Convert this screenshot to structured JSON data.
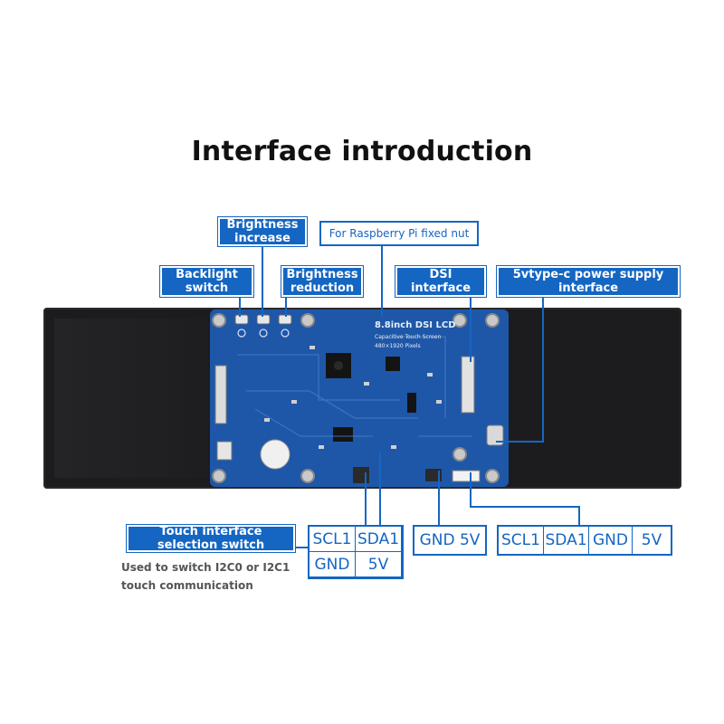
{
  "title": "Interface introduction",
  "callouts": {
    "brightness_increase": "Brightness increase",
    "raspberry_nut": "For Raspberry Pi fixed nut",
    "backlight_switch": "Backlight switch",
    "brightness_reduction": "Brightness reduction",
    "dsi_interface": "DSI interface",
    "power_supply": "5vtype-c power supply interface",
    "touch_selection": "Touch interface selection switch"
  },
  "note": {
    "line1": "Used to switch I2C0 or I2C1",
    "line2": "touch communication"
  },
  "pins_left": [
    "SCL1",
    "SDA1",
    "GND",
    "5V"
  ],
  "pins_middle": [
    "GND",
    "5V"
  ],
  "pins_right": [
    "SCL1",
    "SDA1",
    "GND",
    "5V"
  ],
  "pcb_text": {
    "model": "8.8inch DSI LCD",
    "subtitle": "Capacitive Touch Screen",
    "resolution": "480×1920 Pixels"
  },
  "colors": {
    "accent": "#1466c2",
    "pcb": "#1f57a8",
    "panel": "#1c1c1e"
  }
}
